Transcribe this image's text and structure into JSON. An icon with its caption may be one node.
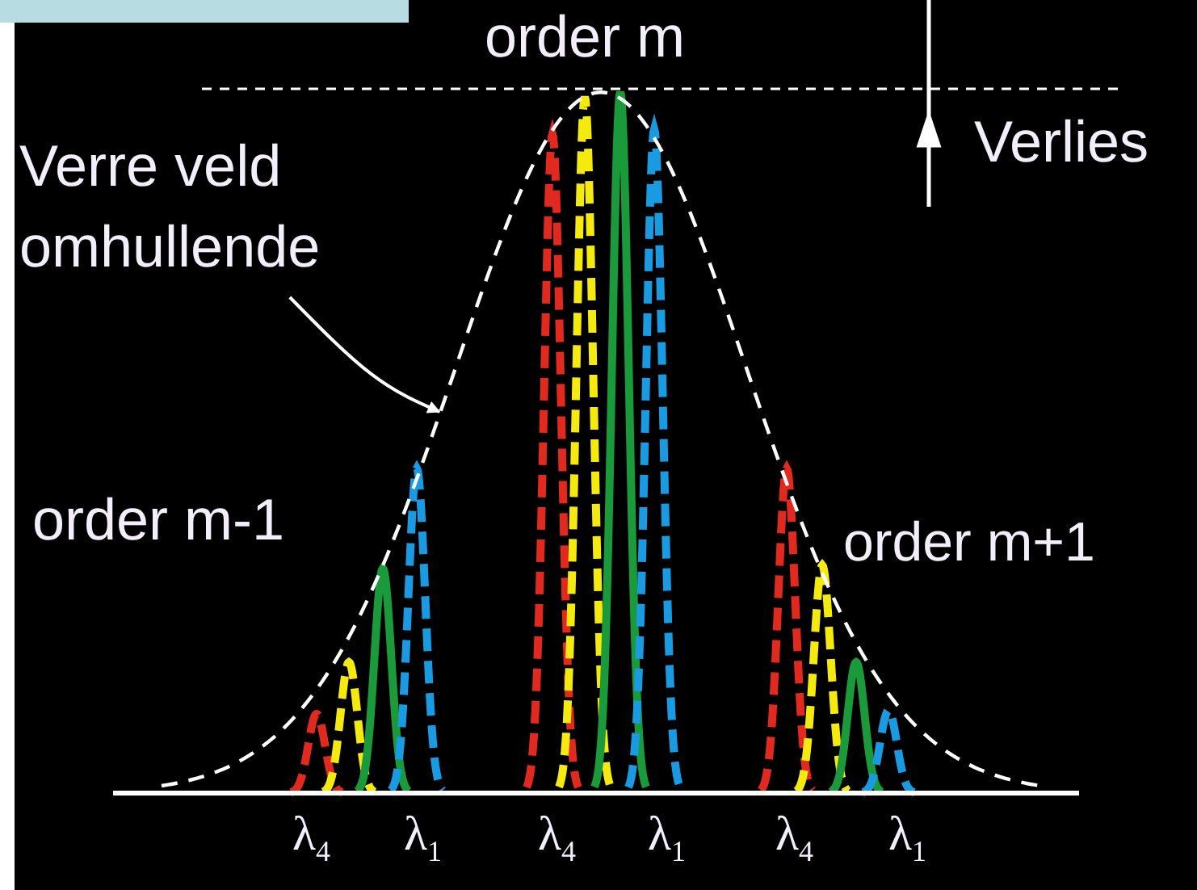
{
  "diagram": {
    "nodes": [
      {
        "text": [
          "Verre veld omhullende"
        ]
      },
      {
        "text": [],
        "shape": "curve"
      }
    ],
    "edges": [
      {
        "from": 0,
        "to": 1,
        "arrow": "to"
      }
    ],
    "labels": [
      "order m",
      "Verlies",
      "order m-1",
      "order m+1",
      "λ$_{4}$",
      "λ$_{1}$",
      "λ$_{4}$",
      "λ$_{1}$",
      "λ$_{4}$",
      "λ$_{1}$"
    ]
  }
}
